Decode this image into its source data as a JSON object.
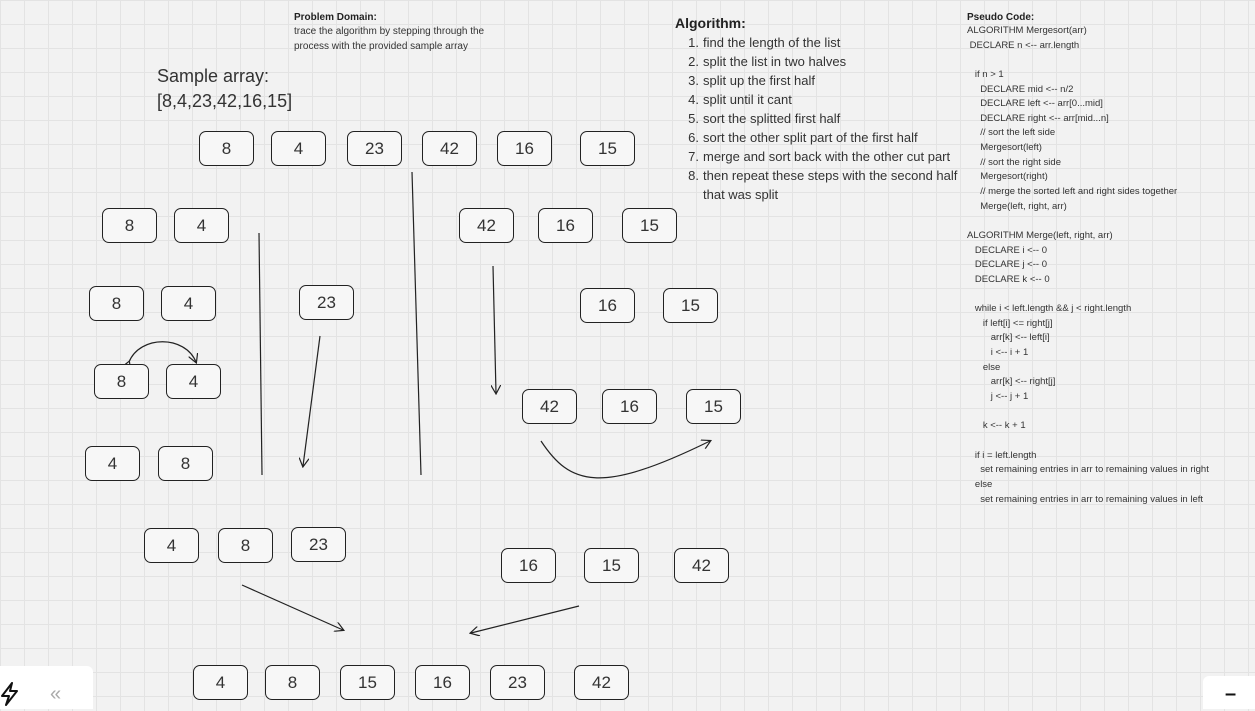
{
  "problem_domain": {
    "title": "Problem Domain:",
    "lines": [
      " trace the algorithm by stepping through the",
      "process with the provided sample array"
    ]
  },
  "sample": {
    "label": "Sample array:",
    "value": "[8,4,23,42,16,15]"
  },
  "algorithm": {
    "title": "Algorithm:",
    "steps": [
      {
        "num": "1.",
        "text": "find the length of the list"
      },
      {
        "num": "2.",
        "text": "split the list in two halves"
      },
      {
        "num": "3.",
        "text": "split up the first half"
      },
      {
        "num": "4.",
        "text": "split until it cant"
      },
      {
        "num": "5.",
        "text": "sort the splitted first half"
      },
      {
        "num": "6.",
        "text": "sort the other split part of the first half"
      },
      {
        "num": "7.",
        "text": "merge and sort back with the other cut part"
      },
      {
        "num": "8.",
        "text": "then repeat these steps with the second half that was split"
      }
    ]
  },
  "pseudo_code": {
    "title": "Pseudo Code:",
    "lines": [
      "ALGORITHM Mergesort(arr)",
      " DECLARE n <-- arr.length",
      "",
      "   if n > 1",
      "     DECLARE mid <-- n/2",
      "     DECLARE left <-- arr[0...mid]",
      "     DECLARE right <-- arr[mid...n]",
      "     // sort the left side",
      "     Mergesort(left)",
      "     // sort the right side",
      "     Mergesort(right)",
      "     // merge the sorted left and right sides together",
      "     Merge(left, right, arr)",
      "",
      "ALGORITHM Merge(left, right, arr)",
      "   DECLARE i <-- 0",
      "   DECLARE j <-- 0",
      "   DECLARE k <-- 0",
      "",
      "   while i < left.length && j < right.length",
      "      if left[i] <= right[j]",
      "         arr[k] <-- left[i]",
      "         i <-- i + 1",
      "      else",
      "         arr[k] <-- right[j]",
      "         j <-- j + 1",
      "",
      "      k <-- k + 1",
      "",
      "   if i = left.length",
      "     set remaining entries in arr to remaining values in right",
      "   else",
      "     set remaining entries in arr to remaining values in left"
    ]
  },
  "rows": {
    "top": [
      "8",
      "4",
      "23",
      "42",
      "16",
      "15"
    ],
    "left_split": [
      "8",
      "4"
    ],
    "right_split": [
      "42",
      "16",
      "15"
    ],
    "left_pair": [
      "8",
      "4"
    ],
    "left_23": [
      "23"
    ],
    "right_pair": [
      "16",
      "15"
    ],
    "swap_pair": [
      "8",
      "4"
    ],
    "right_merged": [
      "42",
      "16",
      "15"
    ],
    "sorted_pair": [
      "4",
      "8"
    ],
    "left_sorted": [
      "4",
      "8",
      "23"
    ],
    "right_sorted": [
      "16",
      "15",
      "42"
    ],
    "final": [
      "4",
      "8",
      "15",
      "16",
      "23",
      "42"
    ]
  },
  "toolbar": {
    "quick_icon": "lightning-icon",
    "collapse_label": "«",
    "minimize_label": "–"
  }
}
